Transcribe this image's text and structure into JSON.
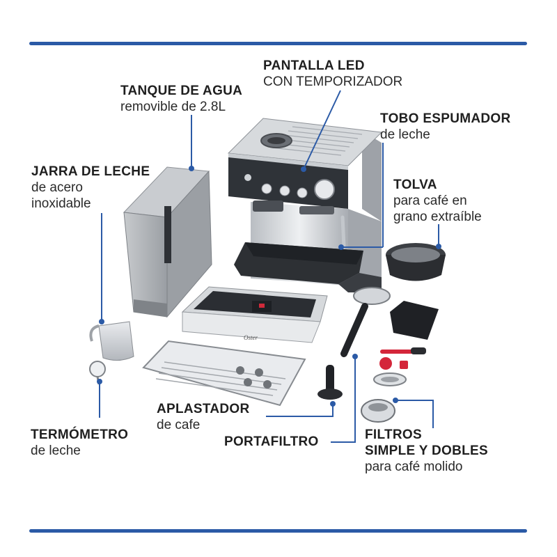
{
  "colors": {
    "accent": "#2b5aa6",
    "text": "#1f1f1f"
  },
  "labels": {
    "pantalla": {
      "title": "PANTALLA LED",
      "sub": "CON TEMPORIZADOR"
    },
    "tanque": {
      "title": "TANQUE DE AGUA",
      "sub": "removible de 2.8L"
    },
    "tobo": {
      "title": "TOBO ESPUMADOR",
      "sub": "de leche"
    },
    "jarra": {
      "title": "JARRA DE LECHE",
      "sub1": "de acero",
      "sub2": "inoxidable"
    },
    "tolva": {
      "title": "TOLVA",
      "sub1": "para café en",
      "sub2": "grano extraíble"
    },
    "aplastador": {
      "title": "APLASTADOR",
      "sub": "de cafe"
    },
    "termometro": {
      "title": "TERMÓMETRO",
      "sub": "de leche"
    },
    "portafiltro": {
      "title": "PORTAFILTRO"
    },
    "filtros": {
      "title1": "FILTROS",
      "title2": "SIMPLE Y DOBLES",
      "sub": "para café molido"
    }
  },
  "brand_mark": "Oster"
}
